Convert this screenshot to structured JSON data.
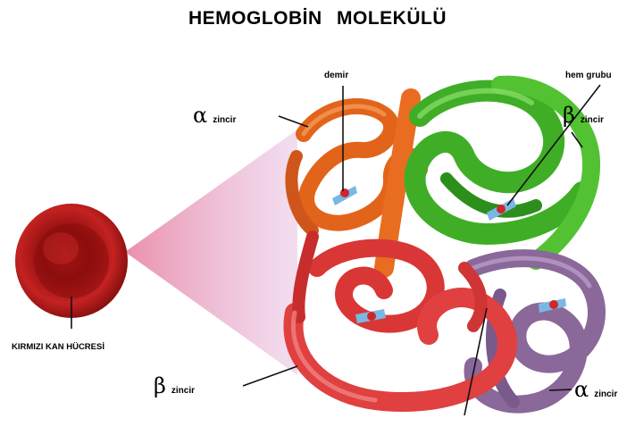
{
  "title": "HEMOGLOBİN   MOLEKÜLÜ",
  "labels": {
    "demir": "demir",
    "hem_grubu": "hem grubu",
    "cell": "KIRMIZI KAN HÜCRESİ"
  },
  "chains": [
    {
      "id": "alpha-top",
      "symbol": "α",
      "word": "zincir",
      "color": "#e2641b"
    },
    {
      "id": "beta-top",
      "symbol": "β",
      "word": "zincir",
      "color": "#47b92a"
    },
    {
      "id": "beta-bottom",
      "symbol": "β",
      "word": "zincir",
      "color": "#de3c3c"
    },
    {
      "id": "alpha-bottom",
      "symbol": "α",
      "word": "zincir",
      "color": "#8e6a9c"
    }
  ],
  "colors": {
    "cell": "#b81414",
    "cone": "#e7a6c4",
    "heme": "#7ab8e4",
    "iron": "#d0262a"
  }
}
